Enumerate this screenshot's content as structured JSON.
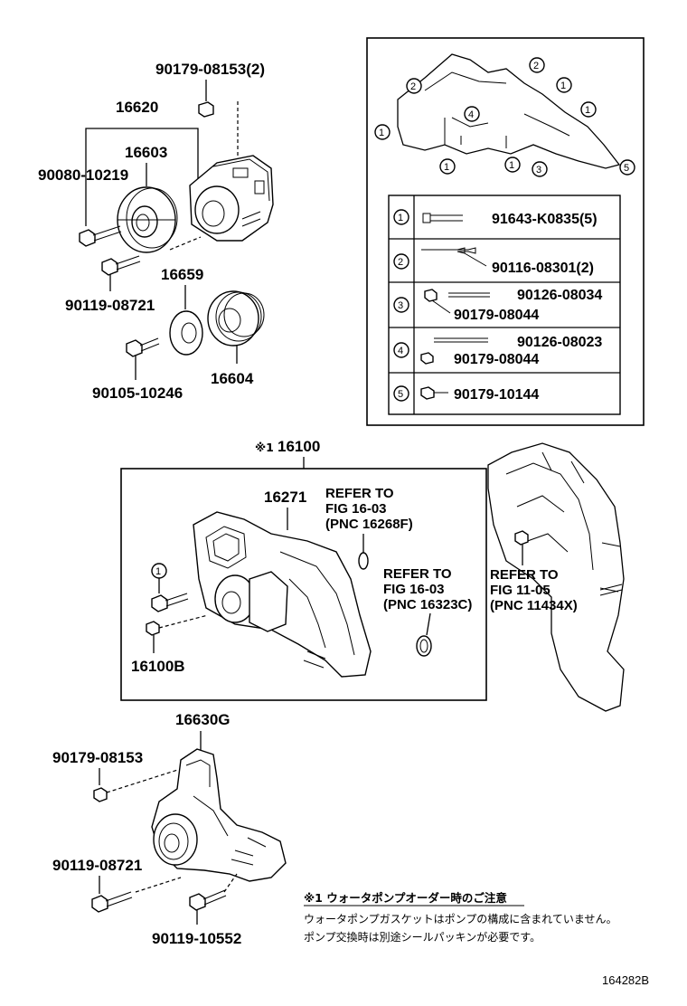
{
  "labels": {
    "p90179_08153_top": "90179-08153(2)",
    "p16620": "16620",
    "p16603": "16603",
    "p90080_10219": "90080-10219",
    "p90119_08721_top": "90119-08721",
    "p16659": "16659",
    "p90105_10246": "90105-10246",
    "p16604": "16604",
    "p16100": "16100",
    "p16100_mark": "※1",
    "p16271": "16271",
    "p16100B": "16100B",
    "p16630G": "16630G",
    "p90179_08153_bottom": "90179-08153",
    "p90119_08721_bottom": "90119-08721",
    "p90119_10552": "90119-10552"
  },
  "refs": [
    {
      "line1": "REFER TO",
      "line2": "FIG 16-03",
      "line3": "(PNC 16268F)"
    },
    {
      "line1": "REFER TO",
      "line2": "FIG 16-03",
      "line3": "(PNC 16323C)"
    },
    {
      "line1": "REFER TO",
      "line2": "FIG 11-05",
      "line3": "(PNC 11434X)"
    }
  ],
  "bolt_table": [
    {
      "key": "1",
      "part": "91643-K0835(5)"
    },
    {
      "key": "2",
      "part": "90116-08301(2)"
    },
    {
      "key": "3",
      "part": "90126-08034",
      "part2": "90179-08044"
    },
    {
      "key": "4",
      "part": "90126-08023",
      "part2": "90179-08044"
    },
    {
      "key": "5",
      "part": "90179-10144"
    }
  ],
  "callouts": [
    "1",
    "2",
    "3",
    "4",
    "5"
  ],
  "note": {
    "title": "※1 ウォータポンプオーダー時のご注意",
    "line1": "ウォータポンプガスケットはポンプの構成に含まれていません。",
    "line2": "ポンプ交換時は別途シールパッキンが必要です。"
  },
  "figure_id": "164282B"
}
